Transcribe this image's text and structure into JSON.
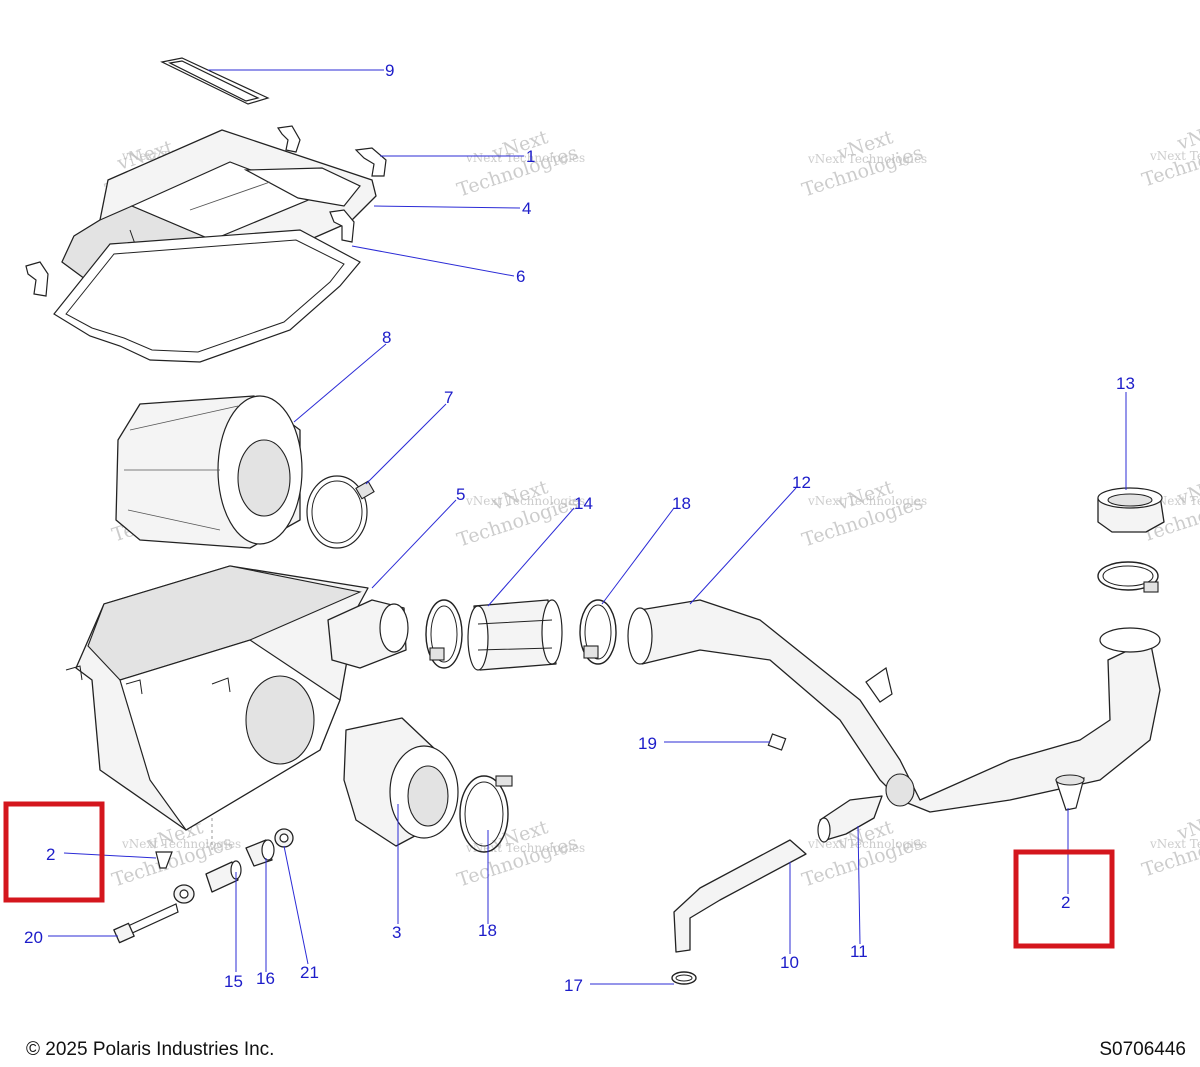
{
  "watermark": {
    "line1": "vNext",
    "line2": "Technologies",
    "small": "vNext Technologies"
  },
  "callouts": {
    "c1": "1",
    "c2a": "2",
    "c2b": "2",
    "c3": "3",
    "c4": "4",
    "c5": "5",
    "c6": "6",
    "c7": "7",
    "c8": "8",
    "c9": "9",
    "c10": "10",
    "c11": "11",
    "c12": "12",
    "c13": "13",
    "c14": "14",
    "c15": "15",
    "c16": "16",
    "c17": "17",
    "c18a": "18",
    "c18b": "18",
    "c19": "19",
    "c20": "20",
    "c21": "21"
  },
  "highlighted_callouts": [
    "2"
  ],
  "colors": {
    "callout": "#1c1cc9",
    "highlight": "#d4161d",
    "watermark": "#bcbcbc"
  },
  "footer": {
    "copyright": "© 2025 Polaris Industries Inc.",
    "diagram_id": "S0706446"
  }
}
